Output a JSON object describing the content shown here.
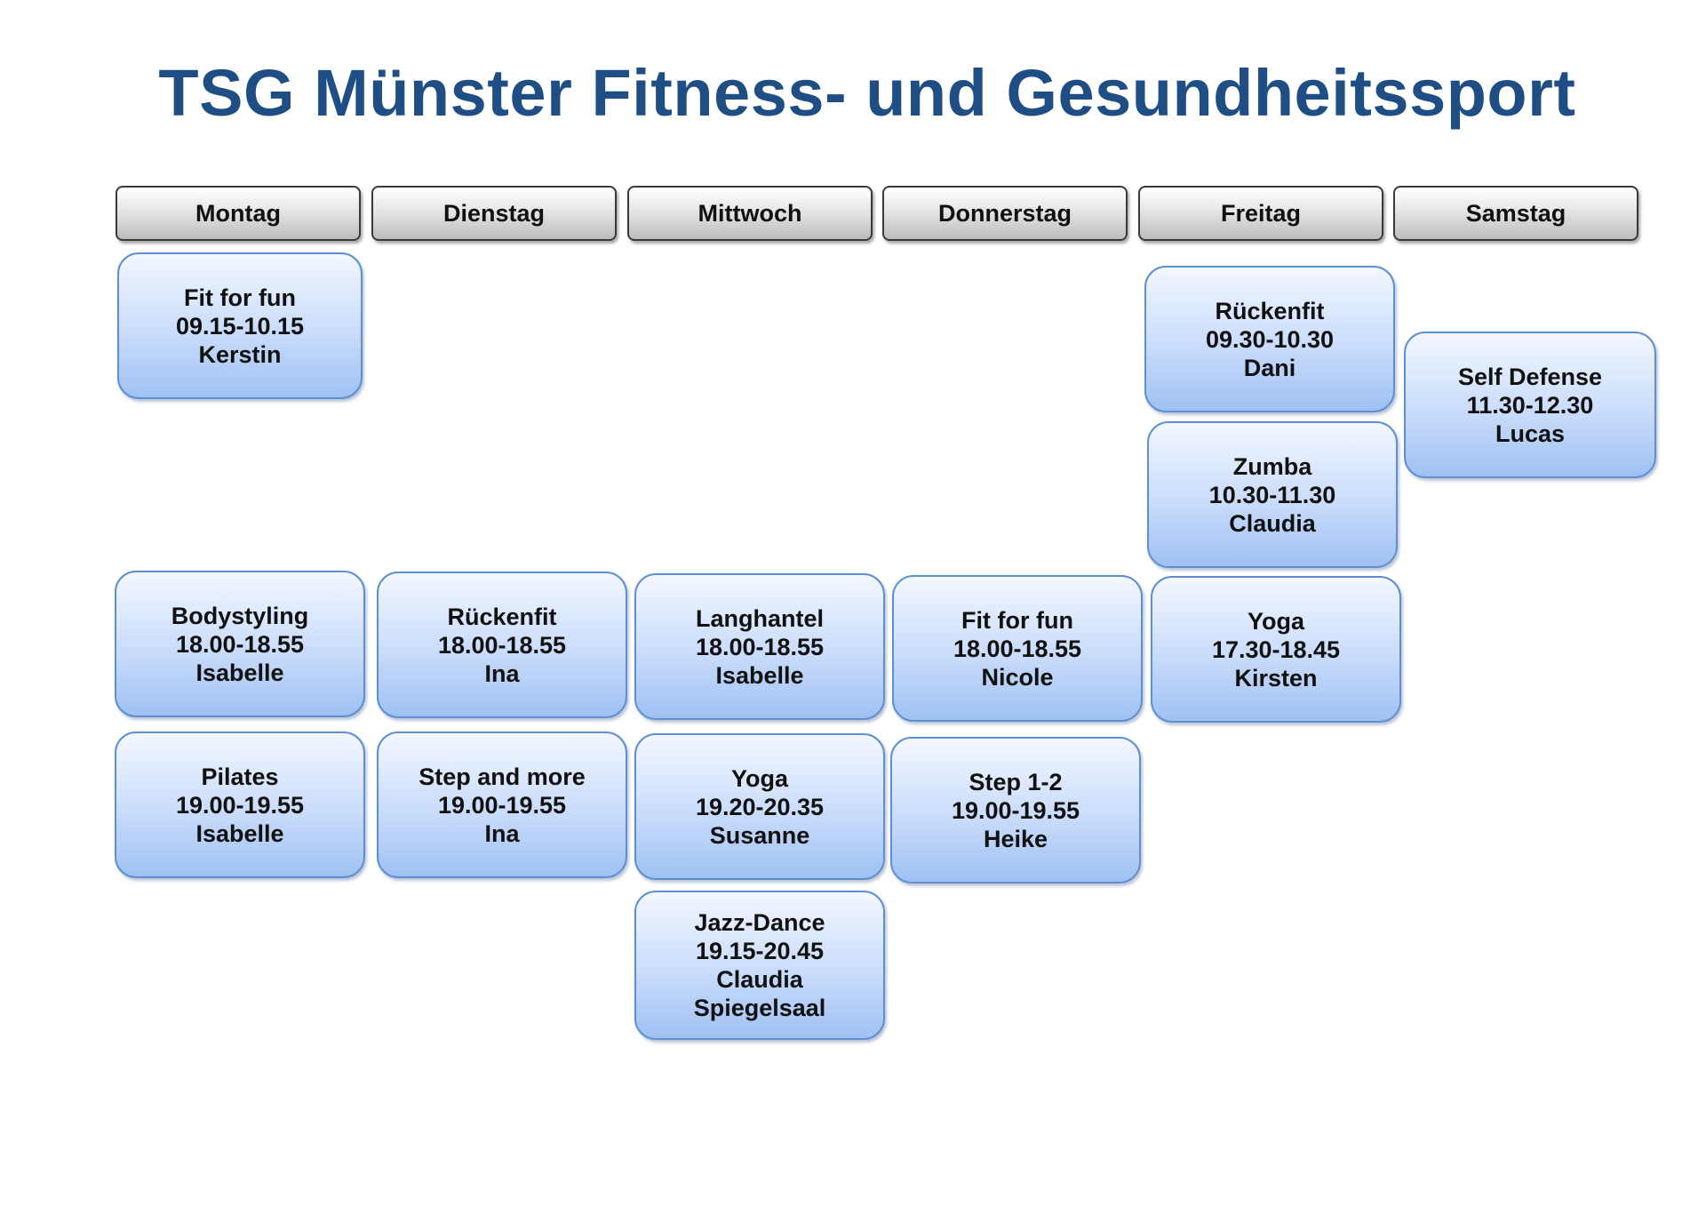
{
  "title": "TSG Münster Fitness- und Gesundheitssport",
  "days": [
    "Montag",
    "Dienstag",
    "Mittwoch",
    "Donnerstag",
    "Freitag",
    "Samstag"
  ],
  "courses": [
    {
      "name": "Fit for fun",
      "time": "09.15-10.15",
      "trainer": "Kerstin"
    },
    {
      "name": "Bodystyling",
      "time": "18.00-18.55",
      "trainer": "Isabelle"
    },
    {
      "name": "Pilates",
      "time": "19.00-19.55",
      "trainer": "Isabelle"
    },
    {
      "name": "Rückenfit",
      "time": "18.00-18.55",
      "trainer": "Ina"
    },
    {
      "name": "Step and more",
      "time": "19.00-19.55",
      "trainer": "Ina"
    },
    {
      "name": "Langhantel",
      "time": "18.00-18.55",
      "trainer": "Isabelle"
    },
    {
      "name": "Yoga",
      "time": "19.20-20.35",
      "trainer": "Susanne"
    },
    {
      "name": "Jazz-Dance",
      "time": "19.15-20.45",
      "trainer": "Claudia",
      "room": "Spiegelsaal"
    },
    {
      "name": "Fit for fun",
      "time": "18.00-18.55",
      "trainer": "Nicole"
    },
    {
      "name": "Step 1-2",
      "time": "19.00-19.55",
      "trainer": "Heike"
    },
    {
      "name": "Rückenfit",
      "time": "09.30-10.30",
      "trainer": "Dani"
    },
    {
      "name": "Zumba",
      "time": "10.30-11.30",
      "trainer": "Claudia"
    },
    {
      "name": "Yoga",
      "time": "17.30-18.45",
      "trainer": "Kirsten"
    },
    {
      "name": "Self Defense",
      "time": "11.30-12.30",
      "trainer": "Lucas"
    }
  ]
}
